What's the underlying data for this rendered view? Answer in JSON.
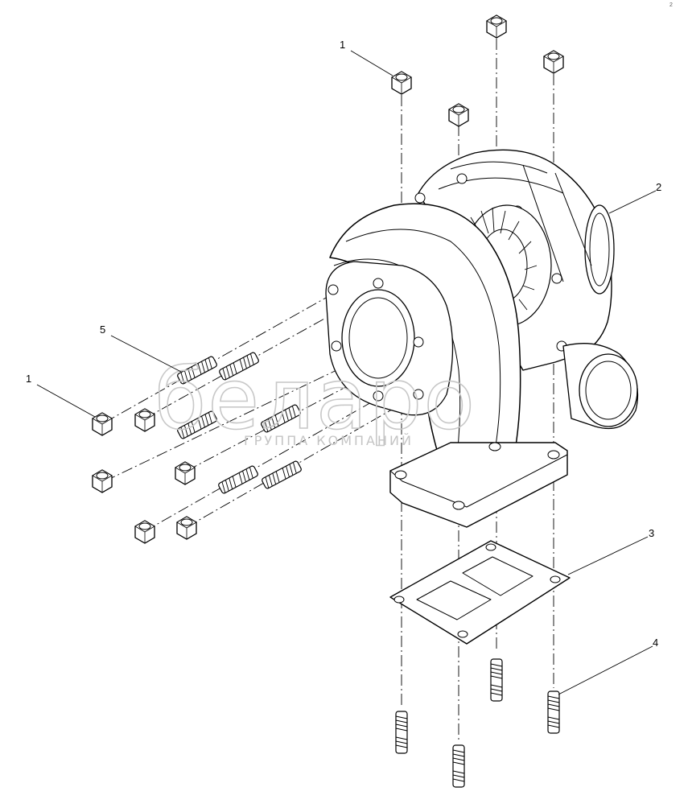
{
  "diagram": {
    "callouts": [
      {
        "id": "callout-1-top",
        "label": "1"
      },
      {
        "id": "callout-2",
        "label": "2"
      },
      {
        "id": "callout-3",
        "label": "3"
      },
      {
        "id": "callout-4",
        "label": "4"
      },
      {
        "id": "callout-5",
        "label": "5"
      },
      {
        "id": "callout-1-left",
        "label": "1"
      }
    ],
    "corner_mark": "2"
  },
  "watermark": {
    "brand": "белаpo",
    "subtitle": "ГРУППА КОМПАНИЙ"
  }
}
